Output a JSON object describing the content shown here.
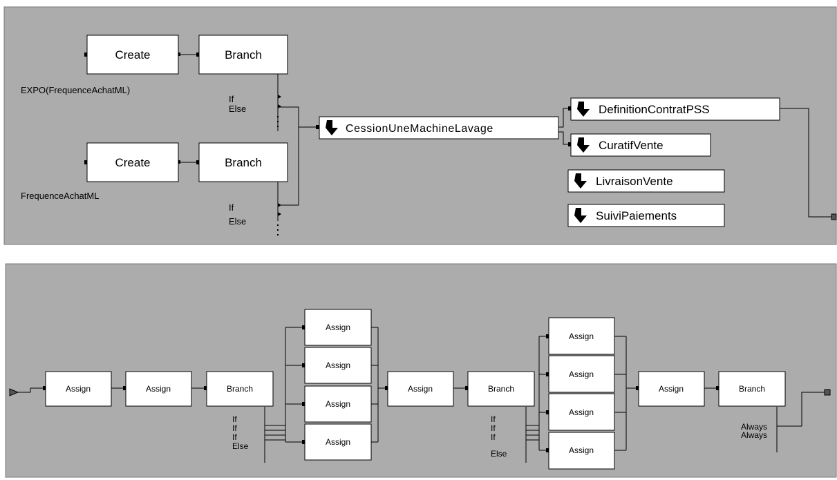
{
  "top_model": {
    "create_1": {
      "label": "Create",
      "expression": "EXPO(FrequenceAchatML)"
    },
    "branch_1": {
      "label": "Branch",
      "conditions": [
        "If",
        "Else"
      ]
    },
    "create_2": {
      "label": "Create",
      "expression": "FrequenceAchatML"
    },
    "branch_2": {
      "label": "Branch",
      "conditions": [
        "If",
        "Else"
      ]
    },
    "submodels": {
      "cession": "CessionUneMachineLavage",
      "definition": "DefinitionContratPSS",
      "curatif": "CuratifVente",
      "livraison": "LivraisonVente",
      "suivi": "SuiviPaiements"
    }
  },
  "bottom_model": {
    "assign_1": "Assign",
    "assign_2": "Assign",
    "branch_1": {
      "label": "Branch",
      "conditions": [
        "If",
        "If",
        "If",
        "Else"
      ]
    },
    "assign_group_1": [
      "Assign",
      "Assign",
      "Assign",
      "Assign"
    ],
    "assign_3": "Assign",
    "branch_2": {
      "label": "Branch",
      "conditions": [
        "If",
        "If",
        "If",
        "Else"
      ]
    },
    "assign_group_2": [
      "Assign",
      "Assign",
      "Assign",
      "Assign"
    ],
    "assign_4": "Assign",
    "branch_3": {
      "label": "Branch",
      "conditions": [
        "Always",
        "Always"
      ]
    }
  },
  "colors": {
    "canvas": "#acacac",
    "block": "#ffffff",
    "line": "#000000"
  },
  "icons": {
    "submodel": "submodel-arrow-icon"
  }
}
